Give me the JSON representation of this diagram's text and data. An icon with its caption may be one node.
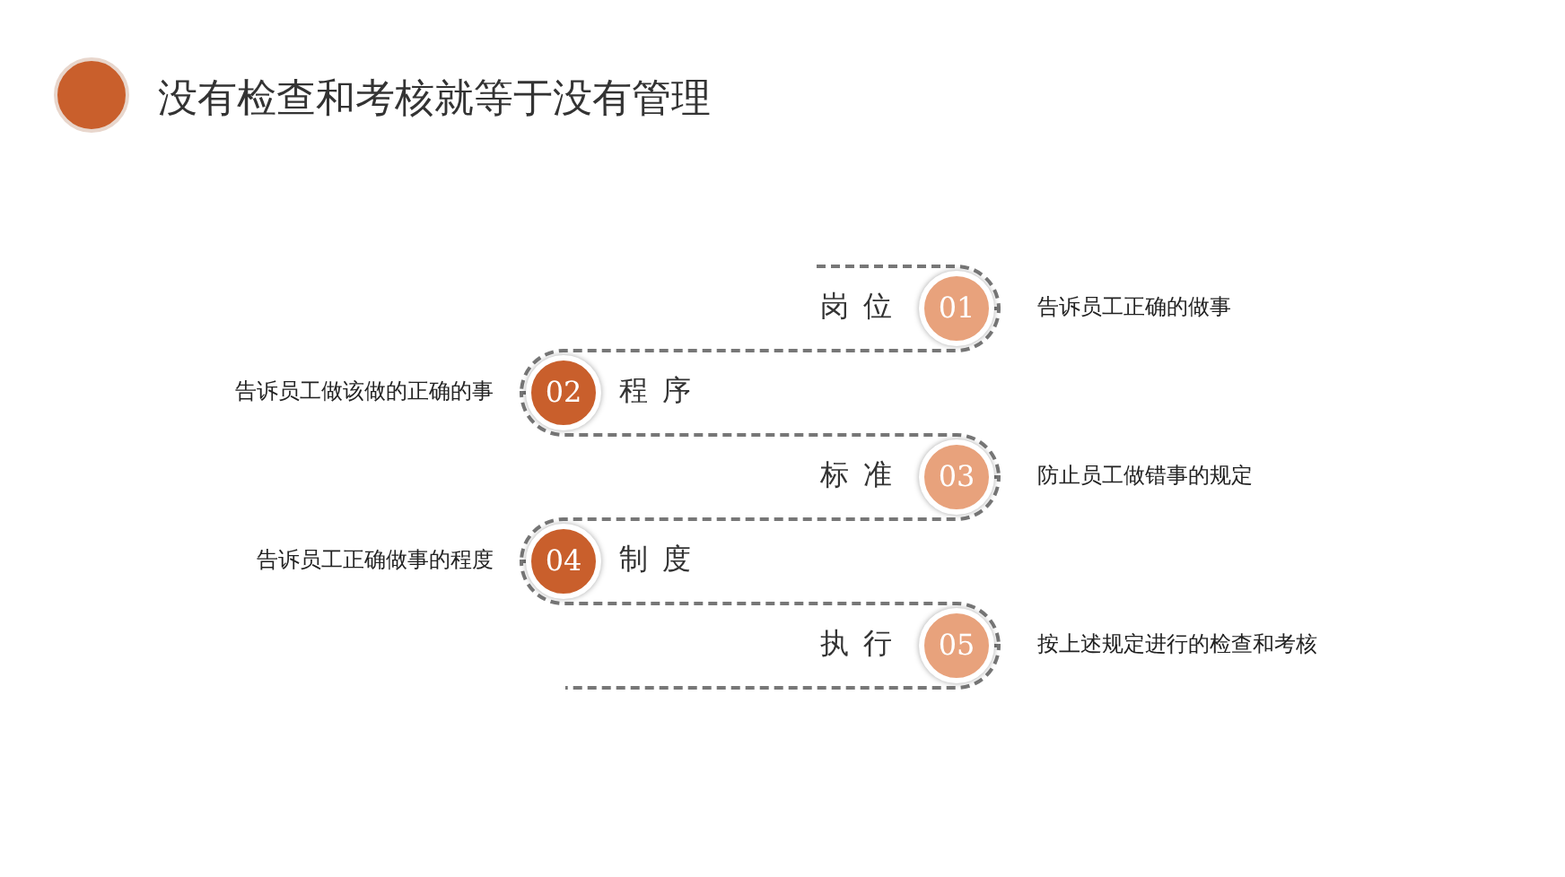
{
  "diagram": {
    "title": "没有检查和考核就等于没有管理",
    "nodes": [
      {
        "text": [
          "01"
        ],
        "beside": [
          "岗位",
          "告诉员工正确的做事"
        ]
      },
      {
        "text": [
          "02"
        ],
        "beside": [
          "程序",
          "告诉员工做该做的正确的事"
        ]
      },
      {
        "text": [
          "03"
        ],
        "beside": [
          "标准",
          "防止员工做错事的规定"
        ]
      },
      {
        "text": [
          "04"
        ],
        "beside": [
          "制度",
          "告诉员工正确做事的程度"
        ]
      },
      {
        "text": [
          "05"
        ],
        "beside": [
          "执行",
          "按上述规定进行的检查和考核"
        ]
      }
    ],
    "edges": [
      {
        "from": null,
        "to": 0,
        "arrow": "none",
        "style": "dashed"
      },
      {
        "from": 0,
        "to": 1,
        "arrow": "none",
        "style": "dashed"
      },
      {
        "from": 1,
        "to": 2,
        "arrow": "none",
        "style": "dashed"
      },
      {
        "from": 2,
        "to": 3,
        "arrow": "none",
        "style": "dashed"
      },
      {
        "from": 3,
        "to": 4,
        "arrow": "none",
        "style": "dashed"
      },
      {
        "from": 4,
        "to": null,
        "arrow": "none",
        "style": "dashed"
      }
    ]
  }
}
